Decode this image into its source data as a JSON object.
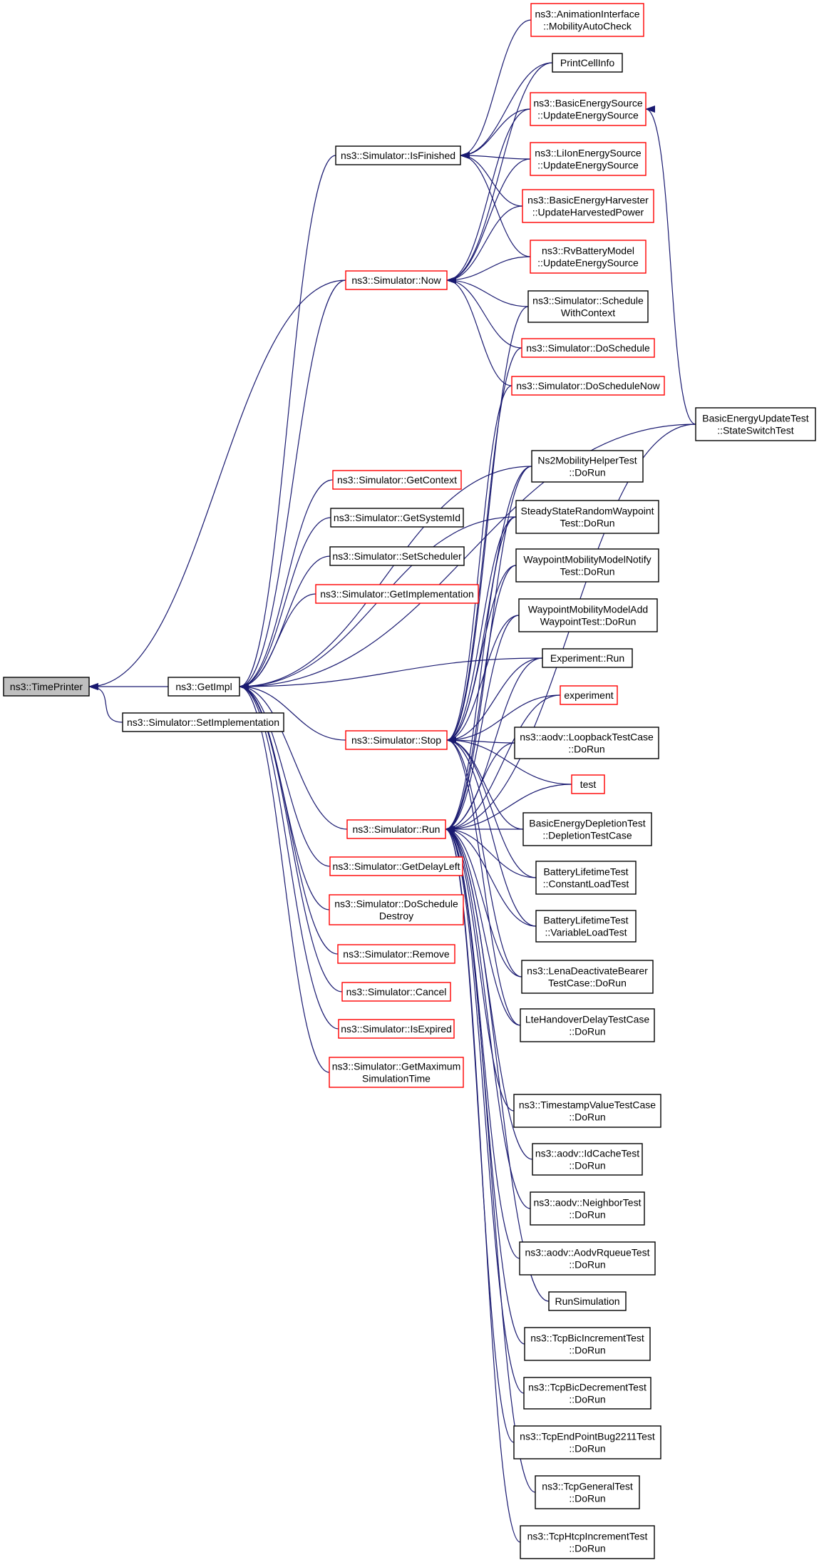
{
  "colors": {
    "edge": "#191970",
    "box_red": "#ff0000",
    "box_black": "#000000",
    "root_fill": "#bfbfbf",
    "background": "#ffffff"
  },
  "nodes": [
    {
      "id": "timeprinter",
      "lines": [
        "ns3::TimePrinter"
      ],
      "style": "root"
    },
    {
      "id": "getimpl",
      "lines": [
        "ns3::GetImpl"
      ],
      "style": "black"
    },
    {
      "id": "setimpl",
      "lines": [
        "ns3::Simulator::SetImplementation"
      ],
      "style": "black"
    },
    {
      "id": "isfinished",
      "lines": [
        "ns3::Simulator::IsFinished"
      ],
      "style": "black"
    },
    {
      "id": "now",
      "lines": [
        "ns3::Simulator::Now"
      ],
      "style": "red"
    },
    {
      "id": "getcontext",
      "lines": [
        "ns3::Simulator::GetContext"
      ],
      "style": "red"
    },
    {
      "id": "getsystemid",
      "lines": [
        "ns3::Simulator::GetSystemId"
      ],
      "style": "black"
    },
    {
      "id": "setscheduler",
      "lines": [
        "ns3::Simulator::SetScheduler"
      ],
      "style": "black"
    },
    {
      "id": "getimplementation",
      "lines": [
        "ns3::Simulator::GetImplementation"
      ],
      "style": "red"
    },
    {
      "id": "stop",
      "lines": [
        "ns3::Simulator::Stop"
      ],
      "style": "red"
    },
    {
      "id": "run",
      "lines": [
        "ns3::Simulator::Run"
      ],
      "style": "red"
    },
    {
      "id": "getdelayleft",
      "lines": [
        "ns3::Simulator::GetDelayLeft"
      ],
      "style": "red"
    },
    {
      "id": "doscheduledestroy",
      "lines": [
        "ns3::Simulator::DoSchedule",
        "Destroy"
      ],
      "style": "red"
    },
    {
      "id": "remove",
      "lines": [
        "ns3::Simulator::Remove"
      ],
      "style": "red"
    },
    {
      "id": "cancel",
      "lines": [
        "ns3::Simulator::Cancel"
      ],
      "style": "red"
    },
    {
      "id": "isexpired",
      "lines": [
        "ns3::Simulator::IsExpired"
      ],
      "style": "red"
    },
    {
      "id": "getmaxsimtime",
      "lines": [
        "ns3::Simulator::GetMaximum",
        "SimulationTime"
      ],
      "style": "red"
    },
    {
      "id": "animinterface",
      "lines": [
        "ns3::AnimationInterface",
        "::MobilityAutoCheck"
      ],
      "style": "red"
    },
    {
      "id": "printcellinfo",
      "lines": [
        "PrintCellInfo"
      ],
      "style": "black"
    },
    {
      "id": "basicenergysource",
      "lines": [
        "ns3::BasicEnergySource",
        "::UpdateEnergySource"
      ],
      "style": "red"
    },
    {
      "id": "lionenergysource",
      "lines": [
        "ns3::LiIonEnergySource",
        "::UpdateEnergySource"
      ],
      "style": "red"
    },
    {
      "id": "basicenergyharvester",
      "lines": [
        "ns3::BasicEnergyHarvester",
        "::UpdateHarvestedPower"
      ],
      "style": "red"
    },
    {
      "id": "rvbattery",
      "lines": [
        "ns3::RvBatteryModel",
        "::UpdateEnergySource"
      ],
      "style": "red"
    },
    {
      "id": "schedulewithcontext",
      "lines": [
        "ns3::Simulator::Schedule",
        "WithContext"
      ],
      "style": "black"
    },
    {
      "id": "doschedule",
      "lines": [
        "ns3::Simulator::DoSchedule"
      ],
      "style": "red"
    },
    {
      "id": "doschedulenow",
      "lines": [
        "ns3::Simulator::DoScheduleNow"
      ],
      "style": "red"
    },
    {
      "id": "basicenergyupdatetest",
      "lines": [
        "BasicEnergyUpdateTest",
        "::StateSwitchTest"
      ],
      "style": "black"
    },
    {
      "id": "ns2mobility",
      "lines": [
        "Ns2MobilityHelperTest",
        "::DoRun"
      ],
      "style": "black"
    },
    {
      "id": "steadystate",
      "lines": [
        "SteadyStateRandomWaypoint",
        "Test::DoRun"
      ],
      "style": "black"
    },
    {
      "id": "waypointnotify",
      "lines": [
        "WaypointMobilityModelNotify",
        "Test::DoRun"
      ],
      "style": "black"
    },
    {
      "id": "waypointadd",
      "lines": [
        "WaypointMobilityModelAdd",
        "WaypointTest::DoRun"
      ],
      "style": "black"
    },
    {
      "id": "experimentrun",
      "lines": [
        "Experiment::Run"
      ],
      "style": "black"
    },
    {
      "id": "experiment",
      "lines": [
        "experiment"
      ],
      "style": "red"
    },
    {
      "id": "loopback",
      "lines": [
        "ns3::aodv::LoopbackTestCase",
        "::DoRun"
      ],
      "style": "black"
    },
    {
      "id": "test",
      "lines": [
        "test"
      ],
      "style": "red"
    },
    {
      "id": "depletion",
      "lines": [
        "BasicEnergyDepletionTest",
        "::DepletionTestCase"
      ],
      "style": "black"
    },
    {
      "id": "constantload",
      "lines": [
        "BatteryLifetimeTest",
        "::ConstantLoadTest"
      ],
      "style": "black"
    },
    {
      "id": "variableload",
      "lines": [
        "BatteryLifetimeTest",
        "::VariableLoadTest"
      ],
      "style": "black"
    },
    {
      "id": "lenadeactivate",
      "lines": [
        "ns3::LenaDeactivateBearer",
        "TestCase::DoRun"
      ],
      "style": "black"
    },
    {
      "id": "ltehandover",
      "lines": [
        "LteHandoverDelayTestCase",
        "::DoRun"
      ],
      "style": "black"
    },
    {
      "id": "timestamp",
      "lines": [
        "ns3::TimestampValueTestCase",
        "::DoRun"
      ],
      "style": "black"
    },
    {
      "id": "idcache",
      "lines": [
        "ns3::aodv::IdCacheTest",
        "::DoRun"
      ],
      "style": "black"
    },
    {
      "id": "neighbor",
      "lines": [
        "ns3::aodv::NeighborTest",
        "::DoRun"
      ],
      "style": "black"
    },
    {
      "id": "rqueue",
      "lines": [
        "ns3::aodv::AodvRqueueTest",
        "::DoRun"
      ],
      "style": "black"
    },
    {
      "id": "runsimulation",
      "lines": [
        "RunSimulation"
      ],
      "style": "black"
    },
    {
      "id": "bicinc",
      "lines": [
        "ns3::TcpBicIncrementTest",
        "::DoRun"
      ],
      "style": "black"
    },
    {
      "id": "bicdec",
      "lines": [
        "ns3::TcpBicDecrementTest",
        "::DoRun"
      ],
      "style": "black"
    },
    {
      "id": "endpoint",
      "lines": [
        "ns3::TcpEndPointBug2211Test",
        "::DoRun"
      ],
      "style": "black"
    },
    {
      "id": "tcpgeneral",
      "lines": [
        "ns3::TcpGeneralTest",
        "::DoRun"
      ],
      "style": "black"
    },
    {
      "id": "htcp",
      "lines": [
        "ns3::TcpHtcpIncrementTest",
        "::DoRun"
      ],
      "style": "black"
    }
  ],
  "edges": [
    {
      "from": "getimpl",
      "to": "timeprinter"
    },
    {
      "from": "setimpl",
      "to": "timeprinter"
    },
    {
      "from": "now",
      "to": "timeprinter"
    },
    {
      "from": "isfinished",
      "to": "getimpl"
    },
    {
      "from": "now",
      "to": "getimpl"
    },
    {
      "from": "getcontext",
      "to": "getimpl"
    },
    {
      "from": "getsystemid",
      "to": "getimpl"
    },
    {
      "from": "setscheduler",
      "to": "getimpl"
    },
    {
      "from": "getimplementation",
      "to": "getimpl"
    },
    {
      "from": "stop",
      "to": "getimpl"
    },
    {
      "from": "run",
      "to": "getimpl"
    },
    {
      "from": "getdelayleft",
      "to": "getimpl"
    },
    {
      "from": "doscheduledestroy",
      "to": "getimpl"
    },
    {
      "from": "remove",
      "to": "getimpl"
    },
    {
      "from": "cancel",
      "to": "getimpl"
    },
    {
      "from": "isexpired",
      "to": "getimpl"
    },
    {
      "from": "getmaxsimtime",
      "to": "getimpl"
    },
    {
      "from": "basicenergyupdatetest",
      "to": "getimpl"
    },
    {
      "from": "ns2mobility",
      "to": "getimpl"
    },
    {
      "from": "steadystate",
      "to": "getimpl"
    },
    {
      "from": "experimentrun",
      "to": "getimpl"
    },
    {
      "from": "animinterface",
      "to": "isfinished"
    },
    {
      "from": "printcellinfo",
      "to": "isfinished"
    },
    {
      "from": "basicenergysource",
      "to": "isfinished"
    },
    {
      "from": "lionenergysource",
      "to": "isfinished"
    },
    {
      "from": "basicenergyharvester",
      "to": "isfinished"
    },
    {
      "from": "rvbattery",
      "to": "isfinished"
    },
    {
      "from": "printcellinfo",
      "to": "now"
    },
    {
      "from": "basicenergysource",
      "to": "now"
    },
    {
      "from": "lionenergysource",
      "to": "now"
    },
    {
      "from": "basicenergyharvester",
      "to": "now"
    },
    {
      "from": "rvbattery",
      "to": "now"
    },
    {
      "from": "schedulewithcontext",
      "to": "now"
    },
    {
      "from": "doschedule",
      "to": "now"
    },
    {
      "from": "doschedulenow",
      "to": "now"
    },
    {
      "from": "basicenergyupdatetest",
      "to": "basicenergysource"
    },
    {
      "from": "schedulewithcontext",
      "to": "stop"
    },
    {
      "from": "doschedule",
      "to": "stop"
    },
    {
      "from": "doschedulenow",
      "to": "stop"
    },
    {
      "from": "ns2mobility",
      "to": "stop"
    },
    {
      "from": "steadystate",
      "to": "stop"
    },
    {
      "from": "waypointnotify",
      "to": "stop"
    },
    {
      "from": "waypointadd",
      "to": "stop"
    },
    {
      "from": "experimentrun",
      "to": "stop"
    },
    {
      "from": "experiment",
      "to": "stop"
    },
    {
      "from": "loopback",
      "to": "stop"
    },
    {
      "from": "test",
      "to": "stop"
    },
    {
      "from": "depletion",
      "to": "stop"
    },
    {
      "from": "constantload",
      "to": "stop"
    },
    {
      "from": "variableload",
      "to": "stop"
    },
    {
      "from": "lenadeactivate",
      "to": "stop"
    },
    {
      "from": "ltehandover",
      "to": "stop"
    },
    {
      "from": "ns2mobility",
      "to": "run"
    },
    {
      "from": "steadystate",
      "to": "run"
    },
    {
      "from": "waypointnotify",
      "to": "run"
    },
    {
      "from": "waypointadd",
      "to": "run"
    },
    {
      "from": "experimentrun",
      "to": "run"
    },
    {
      "from": "experiment",
      "to": "run"
    },
    {
      "from": "loopback",
      "to": "run"
    },
    {
      "from": "test",
      "to": "run"
    },
    {
      "from": "depletion",
      "to": "run"
    },
    {
      "from": "constantload",
      "to": "run"
    },
    {
      "from": "variableload",
      "to": "run"
    },
    {
      "from": "lenadeactivate",
      "to": "run"
    },
    {
      "from": "ltehandover",
      "to": "run"
    },
    {
      "from": "basicenergyupdatetest",
      "to": "run"
    },
    {
      "from": "timestamp",
      "to": "run"
    },
    {
      "from": "idcache",
      "to": "run"
    },
    {
      "from": "neighbor",
      "to": "run"
    },
    {
      "from": "rqueue",
      "to": "run"
    },
    {
      "from": "runsimulation",
      "to": "run"
    },
    {
      "from": "bicinc",
      "to": "run"
    },
    {
      "from": "bicdec",
      "to": "run"
    },
    {
      "from": "endpoint",
      "to": "run"
    },
    {
      "from": "tcpgeneral",
      "to": "run"
    },
    {
      "from": "htcp",
      "to": "run"
    }
  ]
}
